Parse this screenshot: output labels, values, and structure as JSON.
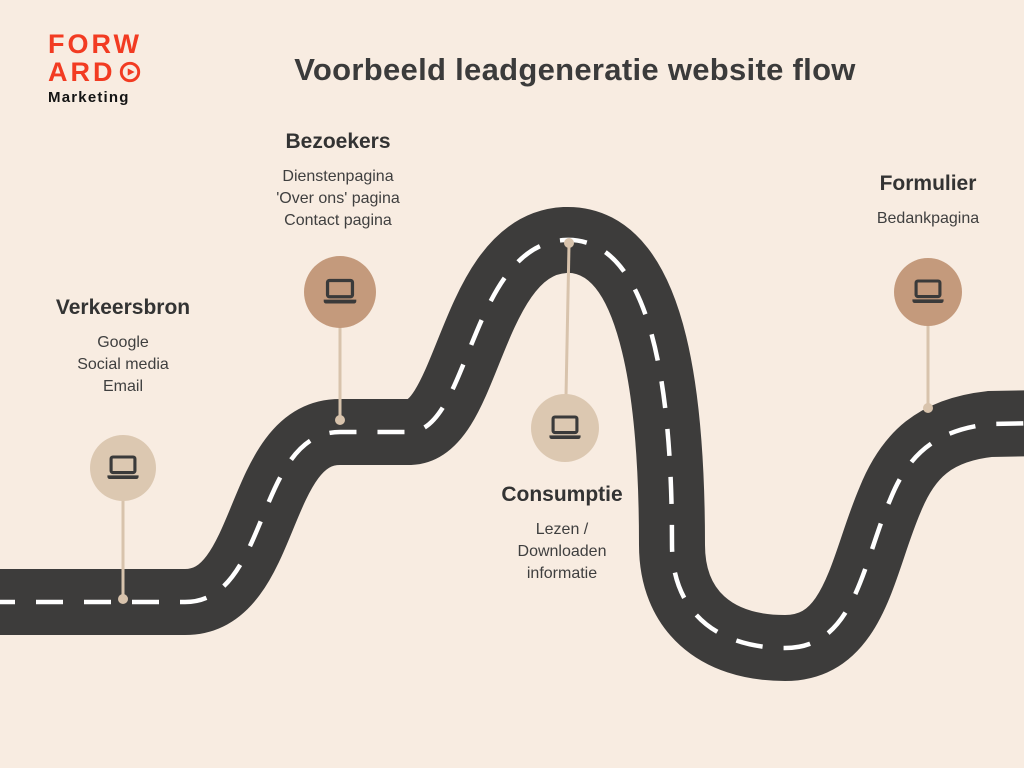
{
  "colors": {
    "background": "#f8ece1",
    "road": "#3d3c3b",
    "road_dash": "#ffffff",
    "circle_light": "#dcc8b1",
    "circle_dark": "#c49a7c",
    "connector": "#d8c3ac",
    "icon": "#3a3a3a",
    "brand_red": "#f23b22",
    "text_dark": "#3b3b3b"
  },
  "brand": {
    "line1": "FORW",
    "line2": "ARD",
    "play_icon": "play-icon",
    "tagline": "Marketing"
  },
  "title": "Voorbeeld leadgeneratie website flow",
  "milestones": [
    {
      "title": "Verkeersbron",
      "icon": "laptop-icon",
      "items": [
        "Google",
        "Social media",
        "Email"
      ]
    },
    {
      "title": "Bezoekers",
      "icon": "laptop-icon",
      "items": [
        "Dienstenpagina",
        "'Over ons' pagina",
        "Contact pagina"
      ]
    },
    {
      "title": "Consumptie",
      "icon": "laptop-icon",
      "items": [
        "Lezen /",
        "Downloaden",
        "informatie"
      ]
    },
    {
      "title": "Formulier",
      "icon": "laptop-icon",
      "items": [
        "Bedankpagina"
      ]
    }
  ]
}
